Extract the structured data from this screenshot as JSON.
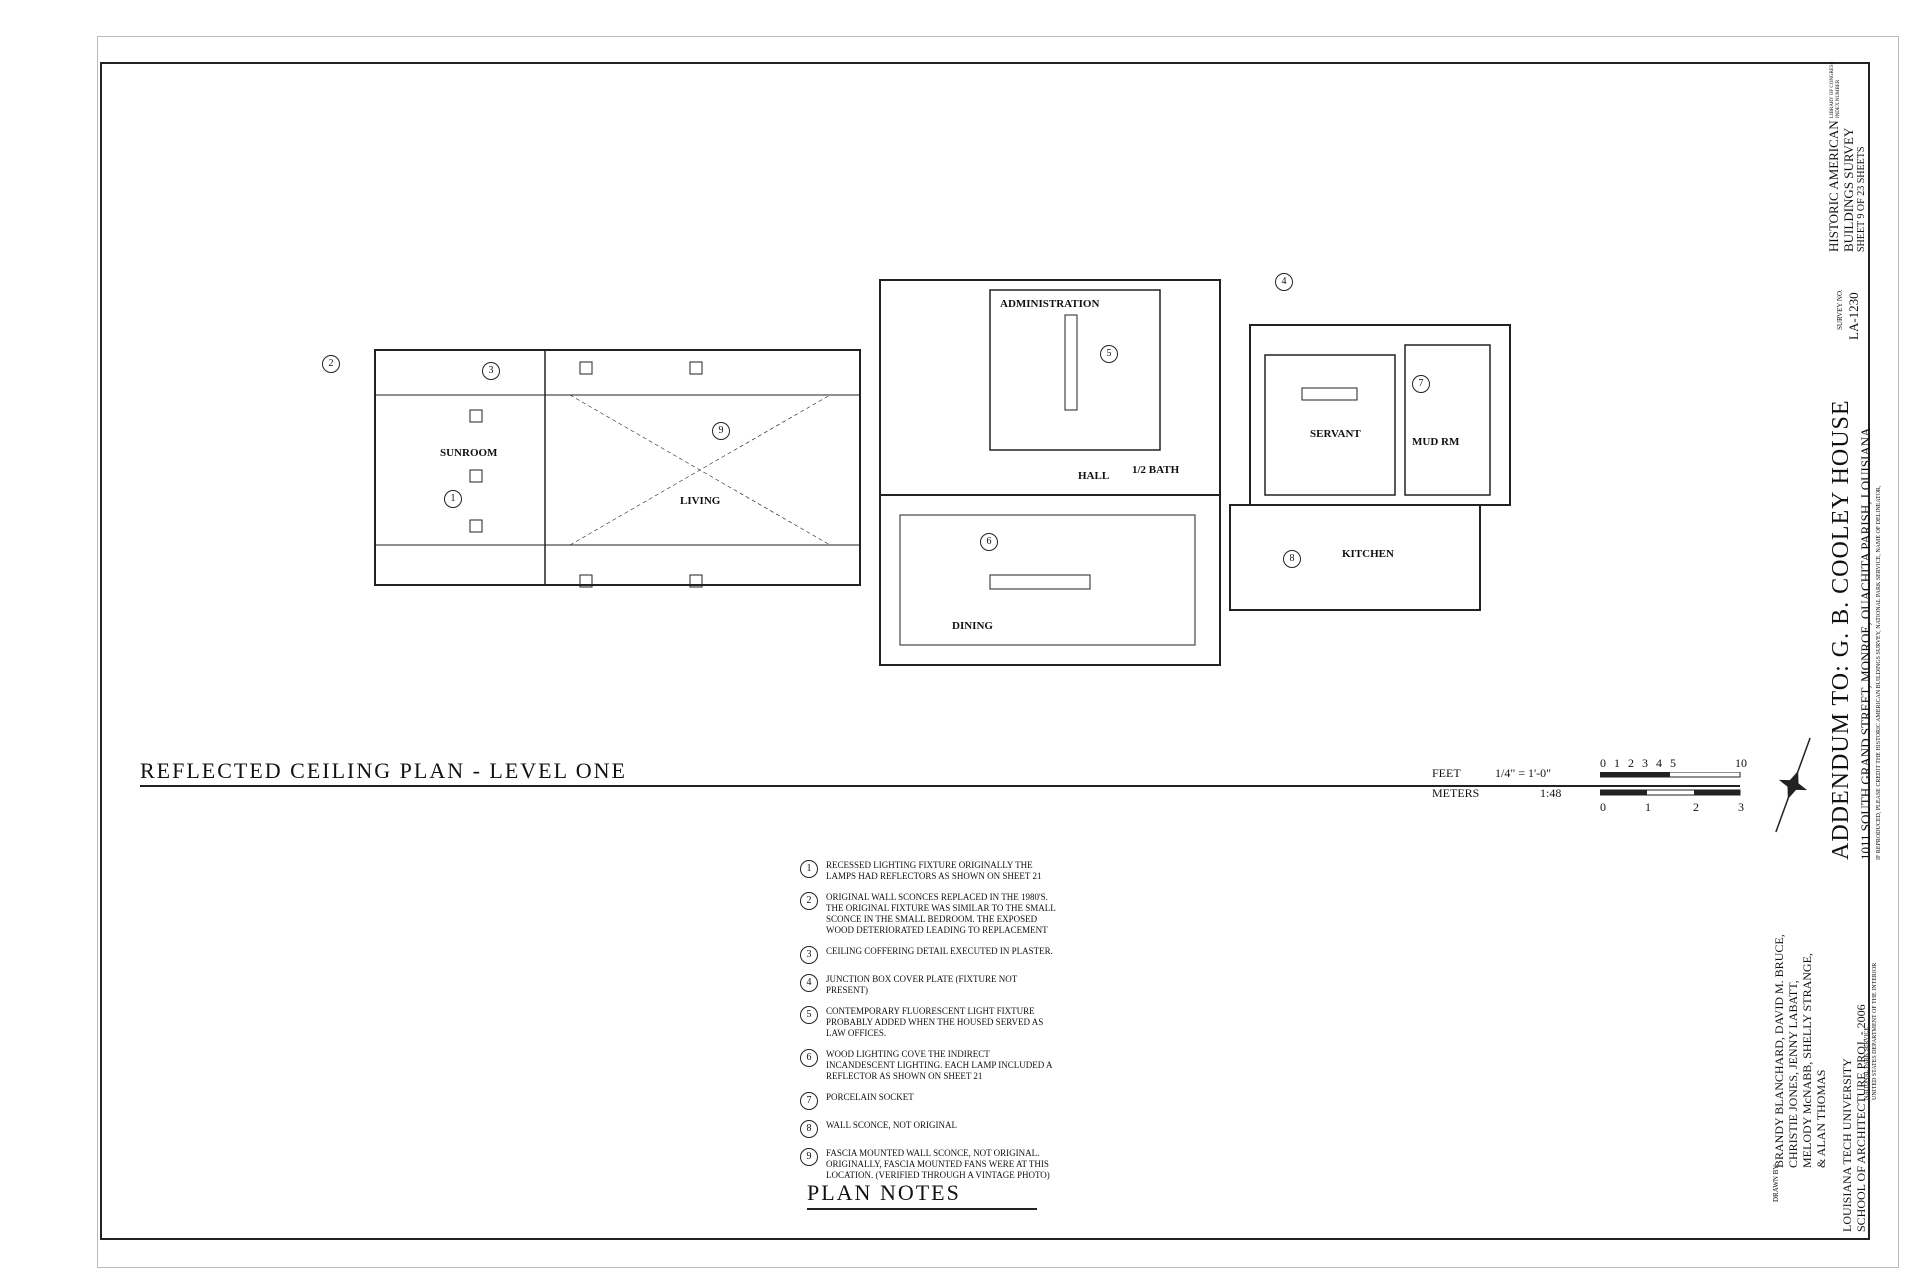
{
  "drawing": {
    "title": "REFLECTED CEILING PLAN - LEVEL ONE",
    "rooms": [
      "SUNROOM",
      "LIVING",
      "ADMINISTRATION",
      "HALL",
      "1/2 BATH",
      "SERVANT",
      "MUD RM",
      "DINING",
      "KITCHEN"
    ],
    "callouts": [
      "1",
      "2",
      "3",
      "4",
      "5",
      "6",
      "7",
      "8",
      "9"
    ]
  },
  "scale": {
    "feet_label": "FEET",
    "feet_ratio": "1/4\" = 1'-0\"",
    "meters_label": "METERS",
    "meters_ratio": "1:48",
    "feet_ticks": [
      "0",
      "1",
      "2",
      "3",
      "4",
      "5",
      "10"
    ],
    "meter_ticks": [
      "0",
      "1",
      "2",
      "3"
    ]
  },
  "plan_notes": {
    "title": "PLAN NOTES",
    "items": [
      {
        "num": "1",
        "text": "RECESSED LIGHTING FIXTURE ORIGINALLY THE LAMPS HAD REFLECTORS AS SHOWN ON SHEET 21"
      },
      {
        "num": "2",
        "text": "ORIGINAL WALL SCONCES REPLACED IN THE 1980'S. THE ORIGINAL FIXTURE WAS SIMILAR TO THE SMALL SCONCE IN THE SMALL BEDROOM. THE EXPOSED WOOD DETERIORATED LEADING TO REPLACEMENT"
      },
      {
        "num": "3",
        "text": "CEILING COFFERING DETAIL EXECUTED IN PLASTER."
      },
      {
        "num": "4",
        "text": "JUNCTION BOX COVER PLATE (FIXTURE NOT PRESENT)"
      },
      {
        "num": "5",
        "text": "CONTEMPORARY FLUORESCENT LIGHT FIXTURE PROBABLY ADDED WHEN THE HOUSED SERVED AS LAW OFFICES."
      },
      {
        "num": "6",
        "text": "WOOD LIGHTING COVE THE INDIRECT INCANDESCENT LIGHTING. EACH LAMP INCLUDED A REFLECTOR AS SHOWN ON SHEET 21"
      },
      {
        "num": "7",
        "text": "PORCELAIN SOCKET"
      },
      {
        "num": "8",
        "text": "WALL SCONCE, NOT ORIGINAL"
      },
      {
        "num": "9",
        "text": "FASCIA MOUNTED WALL SCONCE, NOT ORIGINAL. ORIGINALLY, FASCIA MOUNTED FANS WERE AT THIS LOCATION. (VERIFIED THROUGH A VINTAGE PHOTO)"
      }
    ]
  },
  "title_block": {
    "main_title": "ADDENDUM TO: G. B. COOLEY HOUSE",
    "address": "1011 SOUTH GRAND STREET, MONROE, OUACHITA PARISH, LOUISIANA",
    "credit": "IF REPRODUCED, PLEASE CREDIT THE HISTORIC AMERICAN BUILDINGS SURVEY, NATIONAL PARK SERVICE, NAME OF DELINEATOR,",
    "drawn_by_label": "DRAWN BY:",
    "drawn_by": [
      "BRANDY BLANCHARD, DAVID M. BRUCE,",
      "CHRISTIE JONES, JENNY LABATT,",
      "MELODY McNABB, SHELLY STRANGE,",
      "& ALAN THOMAS"
    ],
    "school": [
      "LOUISIANA TECH UNIVERSITY",
      "SCHOOL OF ARCHITECTURE PROJ. - 2006"
    ],
    "agency": [
      "NATIONAL PARK SERVICE",
      "UNITED STATES DEPARTMENT OF THE INTERIOR"
    ],
    "survey_no_label": "SURVEY NO.",
    "survey_no": "LA-1230",
    "habs_title": [
      "HISTORIC AMERICAN",
      "BUILDINGS SURVEY"
    ],
    "sheet_text": "SHEET 9 OF 23 SHEETS",
    "library_label": [
      "LIBRARY OF CONGRESS",
      "INDEX NUMBER"
    ]
  }
}
